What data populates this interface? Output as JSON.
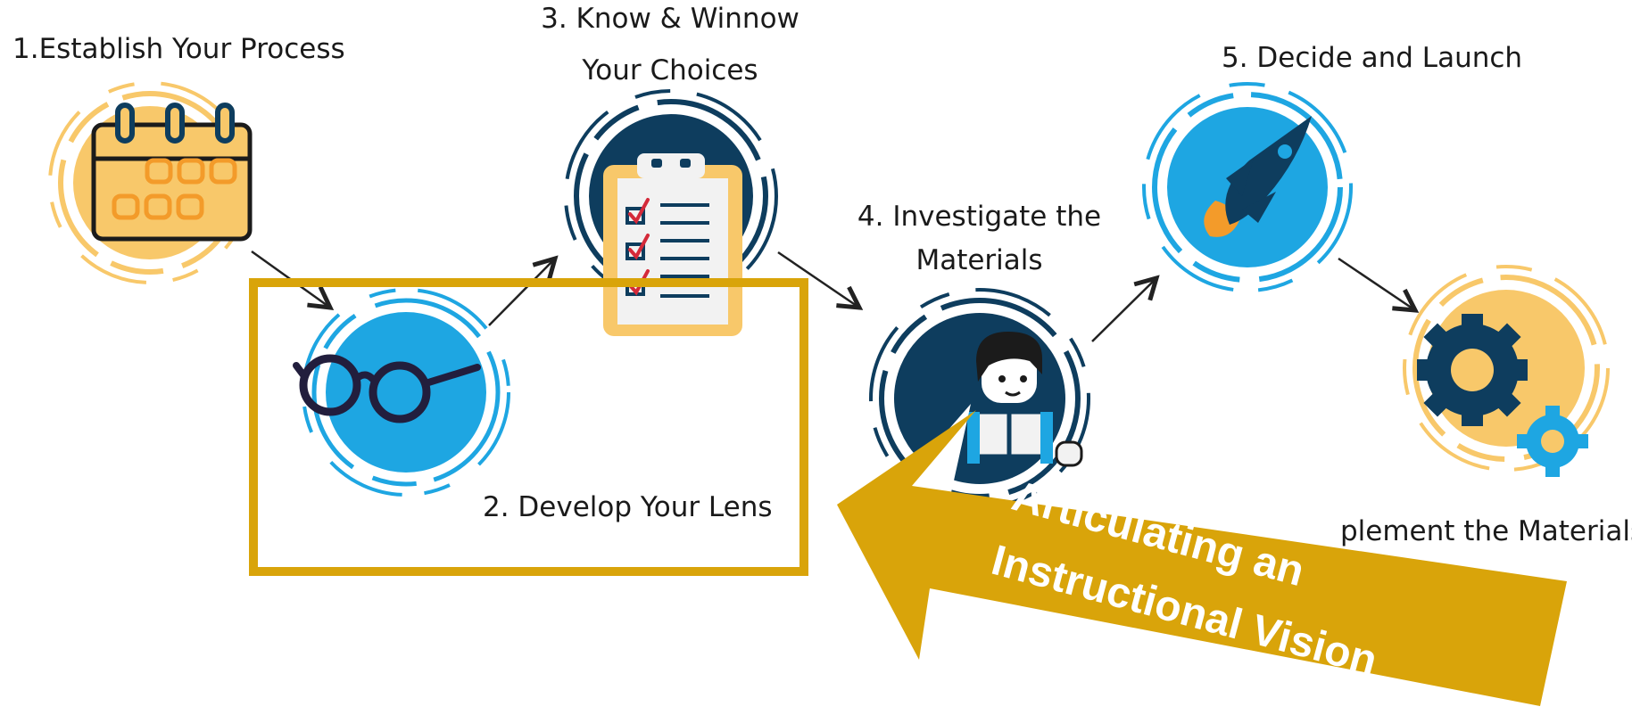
{
  "steps": {
    "step1": "1.Establish Your Process",
    "step2": "2. Develop Your Lens",
    "step3_line1": "3. Know & Winnow",
    "step3_line2": "Your Choices",
    "step4_line1": "4. Investigate the",
    "step4_line2": "Materials",
    "step5": "5. Decide and Launch",
    "step6_partial": "plement the Materials"
  },
  "callout": {
    "line1": "Articulating an",
    "line2": "Instructional Vision"
  },
  "colors": {
    "navy": "#0e3d5e",
    "sky": "#1ea6e2",
    "yellow": "#f8c86a",
    "orange": "#f39b2a",
    "gold": "#d9a40a",
    "arrow": "#222222"
  }
}
